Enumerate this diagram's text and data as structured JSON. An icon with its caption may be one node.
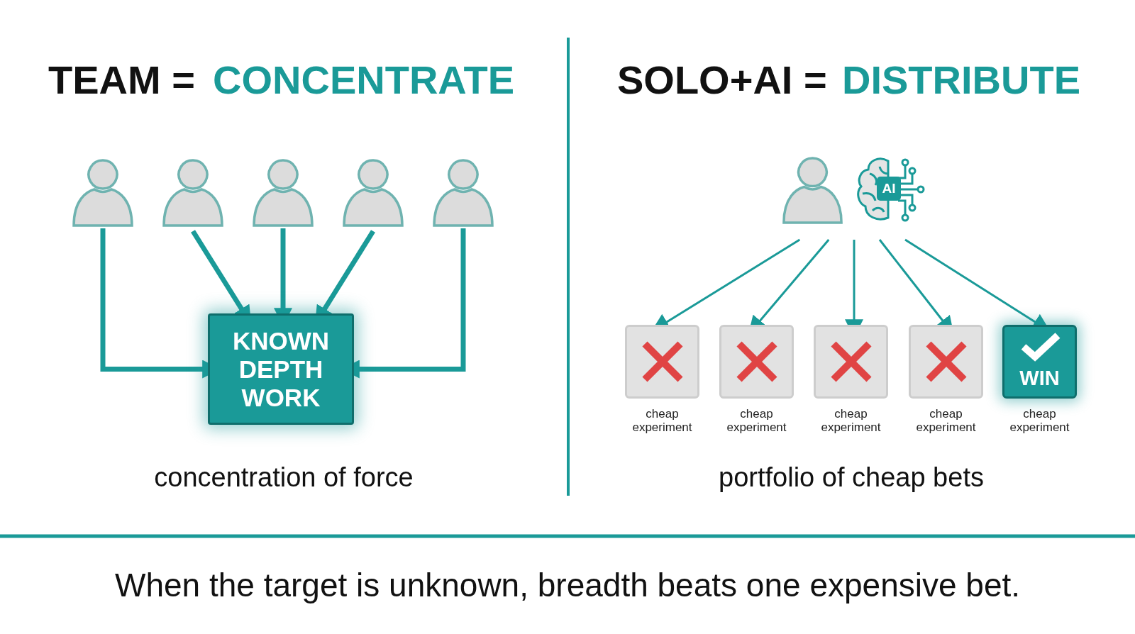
{
  "diagram": {
    "caption": "When the target is unknown, breadth beats one expensive bet.",
    "nodes": [
      {
        "text": [],
        "shape": "person"
      },
      {
        "text": [],
        "shape": "person"
      },
      {
        "text": [],
        "shape": "person"
      },
      {
        "text": [],
        "shape": "person"
      },
      {
        "text": [],
        "shape": "person"
      },
      {
        "text": [
          "KNOWN DEPTH WORK"
        ]
      },
      {
        "text": [],
        "shape": "person"
      },
      {
        "text": [
          "AI"
        ]
      },
      {
        "text": [],
        "shape": "box",
        "beside": [
          "cheap experiment"
        ]
      },
      {
        "text": [],
        "shape": "box",
        "beside": [
          "cheap experiment"
        ]
      },
      {
        "text": [],
        "shape": "box",
        "beside": [
          "cheap experiment"
        ]
      },
      {
        "text": [],
        "shape": "box",
        "beside": [
          "cheap experiment"
        ]
      },
      {
        "text": [
          "WIN"
        ],
        "beside": [
          "cheap experiment"
        ]
      }
    ],
    "edges": [
      {
        "from": 0,
        "to": 5,
        "arrow": "to",
        "style": "thick"
      },
      {
        "from": 1,
        "to": 5,
        "arrow": "to",
        "style": "thick"
      },
      {
        "from": 2,
        "to": 5,
        "arrow": "to",
        "style": "thick"
      },
      {
        "from": 3,
        "to": 5,
        "arrow": "to",
        "style": "thick"
      },
      {
        "from": 4,
        "to": 5,
        "arrow": "to",
        "style": "thick"
      },
      {
        "from": 6,
        "to": 8,
        "arrow": "to"
      },
      {
        "from": 6,
        "to": 9,
        "arrow": "to"
      },
      {
        "from": 7,
        "to": 10,
        "arrow": "to"
      },
      {
        "from": 7,
        "to": 11,
        "arrow": "to"
      },
      {
        "from": 7,
        "to": 12,
        "arrow": "to"
      }
    ],
    "labels": [
      "TEAM =",
      "CONCENTRATE",
      "SOLO+AI =",
      "DISTRIBUTE",
      "concentration of force",
      "portfolio of cheap bets"
    ]
  }
}
